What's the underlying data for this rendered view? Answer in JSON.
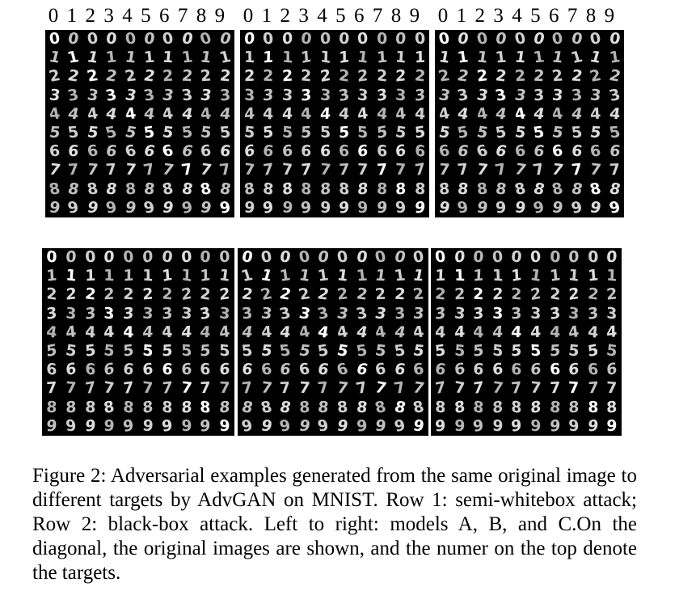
{
  "target_labels": [
    "0",
    "1",
    "2",
    "3",
    "4",
    "5",
    "6",
    "7",
    "8",
    "9"
  ],
  "rows": [
    {
      "name": "semi-whitebox",
      "panels": [
        {
          "model": "A",
          "digits": [
            "0",
            "1",
            "2",
            "3",
            "4",
            "5",
            "6",
            "7",
            "8",
            "9"
          ]
        },
        {
          "model": "B",
          "digits": [
            "0",
            "1",
            "2",
            "3",
            "4",
            "5",
            "6",
            "7",
            "8",
            "9"
          ]
        },
        {
          "model": "C",
          "digits": [
            "0",
            "1",
            "2",
            "3",
            "4",
            "5",
            "6",
            "7",
            "8",
            "9"
          ]
        }
      ]
    },
    {
      "name": "black-box",
      "panels": [
        {
          "model": "A",
          "digits": [
            "0",
            "1",
            "2",
            "3",
            "4",
            "5",
            "6",
            "7",
            "8",
            "9"
          ]
        },
        {
          "model": "B",
          "digits": [
            "0",
            "1",
            "2",
            "3",
            "4",
            "5",
            "6",
            "7",
            "8",
            "9"
          ]
        },
        {
          "model": "C",
          "digits": [
            "0",
            "1",
            "2",
            "3",
            "4",
            "5",
            "6",
            "7",
            "8",
            "9"
          ]
        }
      ]
    }
  ],
  "caption": "Figure 2: Adversarial examples generated from the same original image to different targets by AdvGAN on MNIST. Row 1: semi-whitebox attack; Row 2: black-box attack. Left to right: models A, B, and C.On the diagonal, the original images are shown, and the numer on the top denote the targets."
}
